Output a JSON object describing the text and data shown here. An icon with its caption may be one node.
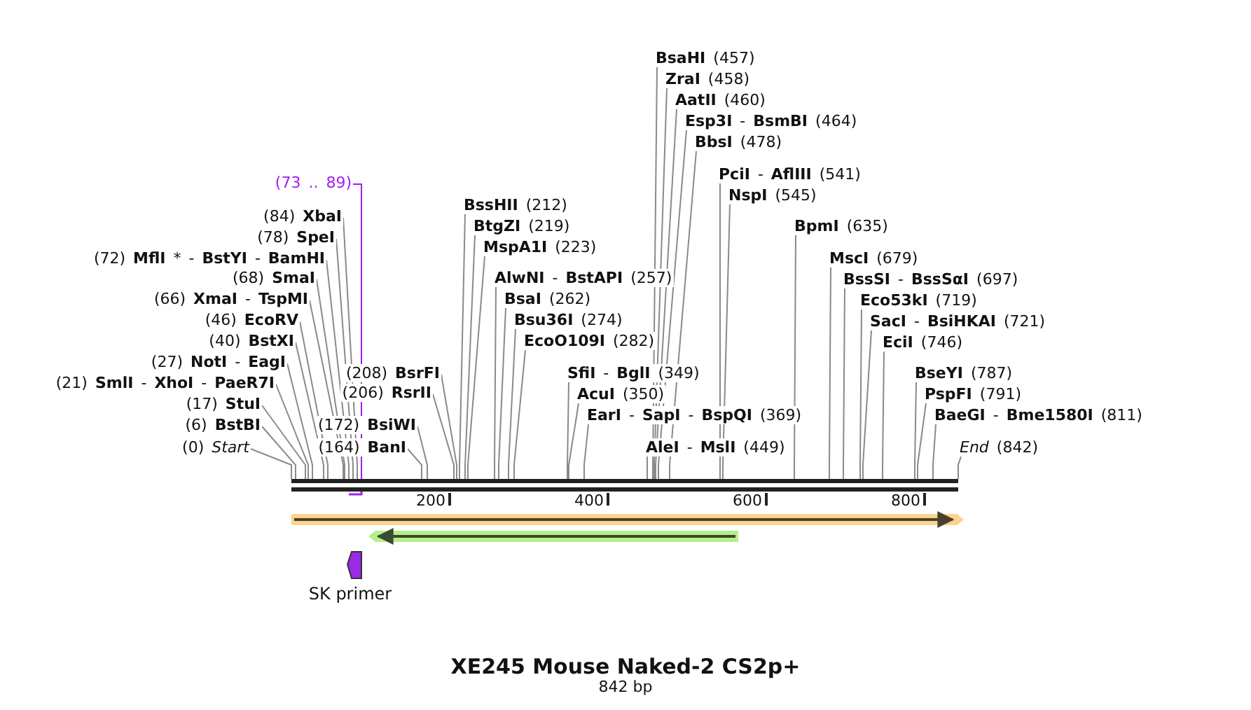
{
  "diagram": {
    "title": "XE245 Mouse Naked-2 CS2p+",
    "caption": "842 bp",
    "nodes": [
      {
        "text": [
          "(73 .. 89)"
        ]
      },
      {
        "text": [
          "(84) **XbaI**"
        ]
      },
      {
        "text": [
          "(78) **SpeI**"
        ]
      },
      {
        "text": [
          "(72) **MflI** * - **BstYI** - **BamHI**"
        ]
      },
      {
        "text": [
          "(68) **SmaI**"
        ]
      },
      {
        "text": [
          "(66) **XmaI** - **TspMI**"
        ]
      },
      {
        "text": [
          "(46) **EcoRV**"
        ]
      },
      {
        "text": [
          "(40) **BstXI**"
        ]
      },
      {
        "text": [
          "(27) **NotI** - **EagI**"
        ]
      },
      {
        "text": [
          "(21) **SmlI** - **XhoI** - **PaeR7I**"
        ]
      },
      {
        "text": [
          "(17) **StuI**"
        ]
      },
      {
        "text": [
          "(6) **BstBI**"
        ]
      },
      {
        "text": [
          "(0) *Start*"
        ]
      },
      {
        "text": [
          "(208) **BsrFI**"
        ]
      },
      {
        "text": [
          "(206) **RsrII**"
        ]
      },
      {
        "text": [
          "(172) **BsiWI**"
        ]
      },
      {
        "text": [
          "(164) **BanI**"
        ]
      },
      {
        "text": [
          "**BssHII** (212)"
        ]
      },
      {
        "text": [
          "**BtgZI** (219)"
        ]
      },
      {
        "text": [
          "**MspA1I** (223)"
        ]
      },
      {
        "text": [
          "**AlwNI** - **BstAPI** (257)"
        ]
      },
      {
        "text": [
          "**BsaI** (262)"
        ]
      },
      {
        "text": [
          "**Bsu36I** (274)"
        ]
      },
      {
        "text": [
          "**EcoO109I** (282)"
        ]
      },
      {
        "text": [
          "**SfiI** - **BglI** (349)"
        ]
      },
      {
        "text": [
          "**AcuI** (350)"
        ]
      },
      {
        "text": [
          "**EarI** - **SapI** - **BspQI** (369)"
        ]
      },
      {
        "text": [
          "**AleI** - **MslI** (449)"
        ]
      },
      {
        "text": [
          "**BsaHI** (457)"
        ]
      },
      {
        "text": [
          "**ZraI** (458)"
        ]
      },
      {
        "text": [
          "**AatII** (460)"
        ]
      },
      {
        "text": [
          "**Esp3I** - **BsmBI** (464)"
        ]
      },
      {
        "text": [
          "**BbsI** (478)"
        ]
      },
      {
        "text": [
          "**PciI** - **AflIII** (541)"
        ]
      },
      {
        "text": [
          "**NspI** (545)"
        ]
      },
      {
        "text": [
          "**BpmI** (635)"
        ]
      },
      {
        "text": [
          "**MscI** (679)"
        ]
      },
      {
        "text": [
          "**BssSI** - **BssSαI** (697)"
        ]
      },
      {
        "text": [
          "**Eco53kI** (719)"
        ]
      },
      {
        "text": [
          "**SacI** - **BsiHKAI** (721)"
        ]
      },
      {
        "text": [
          "**EciI** (746)"
        ]
      },
      {
        "text": [
          "**BseYI** (787)"
        ]
      },
      {
        "text": [
          "**PspFI** (791)"
        ]
      },
      {
        "text": [
          "**BaeGI** - **Bme1580I** (811)"
        ]
      },
      {
        "text": [
          "*End* (842)"
        ]
      },
      {
        "text": [],
        "shape": "bar"
      },
      {
        "text": [
          "SK primer"
        ]
      }
    ],
    "edges": [
      {
        "from": 0,
        "to": 45,
        "arrow": "none",
        "color": "#a020f0"
      },
      {
        "from": 1,
        "to": 45,
        "arrow": "none"
      },
      {
        "from": 2,
        "to": 45,
        "arrow": "none"
      },
      {
        "from": 3,
        "to": 45,
        "arrow": "none"
      },
      {
        "from": 4,
        "to": 45,
        "arrow": "none"
      },
      {
        "from": 5,
        "to": 45,
        "arrow": "none"
      },
      {
        "from": 6,
        "to": 45,
        "arrow": "none"
      },
      {
        "from": 7,
        "to": 45,
        "arrow": "none"
      },
      {
        "from": 8,
        "to": 45,
        "arrow": "none"
      },
      {
        "from": 9,
        "to": 45,
        "arrow": "none"
      },
      {
        "from": 10,
        "to": 45,
        "arrow": "none"
      },
      {
        "from": 11,
        "to": 45,
        "arrow": "none"
      },
      {
        "from": 12,
        "to": 45,
        "arrow": "none"
      },
      {
        "from": 13,
        "to": 45,
        "arrow": "none"
      },
      {
        "from": 14,
        "to": 45,
        "arrow": "none"
      },
      {
        "from": 15,
        "to": 45,
        "arrow": "none"
      },
      {
        "from": 16,
        "to": 45,
        "arrow": "none"
      },
      {
        "from": 17,
        "to": 45,
        "arrow": "none"
      },
      {
        "from": 18,
        "to": 45,
        "arrow": "none"
      },
      {
        "from": 19,
        "to": 45,
        "arrow": "none"
      },
      {
        "from": 20,
        "to": 45,
        "arrow": "none"
      },
      {
        "from": 21,
        "to": 45,
        "arrow": "none"
      },
      {
        "from": 22,
        "to": 45,
        "arrow": "none"
      },
      {
        "from": 23,
        "to": 45,
        "arrow": "none"
      },
      {
        "from": 24,
        "to": 45,
        "arrow": "none"
      },
      {
        "from": 25,
        "to": 45,
        "arrow": "none"
      },
      {
        "from": 26,
        "to": 45,
        "arrow": "none"
      },
      {
        "from": 27,
        "to": 45,
        "arrow": "none"
      },
      {
        "from": 28,
        "to": 45,
        "arrow": "none"
      },
      {
        "from": 29,
        "to": 45,
        "arrow": "none"
      },
      {
        "from": 30,
        "to": 45,
        "arrow": "none"
      },
      {
        "from": 31,
        "to": 45,
        "arrow": "none"
      },
      {
        "from": 32,
        "to": 45,
        "arrow": "none"
      },
      {
        "from": 33,
        "to": 45,
        "arrow": "none"
      },
      {
        "from": 34,
        "to": 45,
        "arrow": "none"
      },
      {
        "from": 35,
        "to": 45,
        "arrow": "none"
      },
      {
        "from": 36,
        "to": 45,
        "arrow": "none"
      },
      {
        "from": 37,
        "to": 45,
        "arrow": "none"
      },
      {
        "from": 38,
        "to": 45,
        "arrow": "none"
      },
      {
        "from": 39,
        "to": 45,
        "arrow": "none"
      },
      {
        "from": 40,
        "to": 45,
        "arrow": "none"
      },
      {
        "from": 41,
        "to": 45,
        "arrow": "none"
      },
      {
        "from": 42,
        "to": 45,
        "arrow": "none"
      },
      {
        "from": 43,
        "to": 45,
        "arrow": "none"
      },
      {
        "from": 44,
        "to": 45,
        "arrow": "none"
      }
    ],
    "labels": [
      "200",
      "400",
      "600",
      "800"
    ]
  }
}
